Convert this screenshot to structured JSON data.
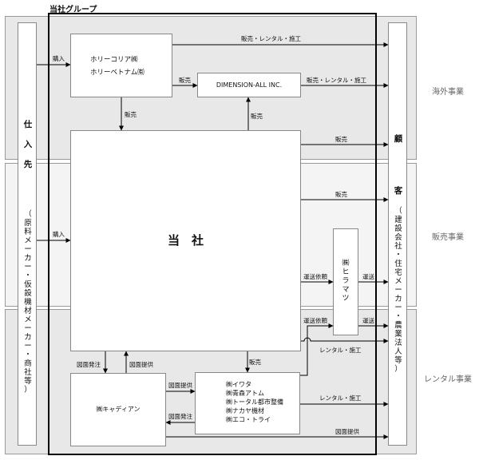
{
  "group_title": "当社グループ",
  "segments": {
    "overseas": "海外事業",
    "sales": "販売事業",
    "rental": "レンタル事業"
  },
  "suppliers": {
    "title": "仕入先",
    "detail": "（原料メーカー・仮設機材メーカー・商社等）"
  },
  "customers": {
    "title": "顧客",
    "detail": "（建設会社・住宅メーカー・農業法人等）"
  },
  "nodes": {
    "holy": [
      "ホリーコリア㈱",
      "ホリーベトナム㈲"
    ],
    "dimension": "DIMENSION-ALL INC.",
    "company": "当　社",
    "hiramatsu": "㈱ヒラマツ",
    "cadian": "㈱キャディアン",
    "rental_group": [
      "㈱イワタ",
      "㈱青森アトム",
      "㈱トータル都市整備",
      "㈱ナカヤ機材",
      "㈱エコ・トライ"
    ]
  },
  "flows": {
    "purchase_top": "購入",
    "purchase_mid": "購入",
    "holy_to_cust": "販売・レンタル・施工",
    "holy_to_dim": "販売",
    "dim_to_cust": "販売・レンタル・施工",
    "holy_to_company": "販売",
    "company_to_dim": "販売",
    "company_to_cust_1": "販売",
    "company_to_cust_2": "販売",
    "transport_request_1": "運送依頼",
    "transport_1": "運送",
    "transport_request_2": "運送依頼",
    "transport_2": "運送",
    "company_rental_to_cust": "レンタル・施工",
    "drawing_order_down": "図面発注",
    "drawing_provide_up": "図面提供",
    "company_to_rental": "販売",
    "drawing_provide_right": "図面提供",
    "drawing_order_left": "図面発注",
    "rental_to_cust": "レンタル・施工",
    "cadian_drawing": "図面提供"
  }
}
